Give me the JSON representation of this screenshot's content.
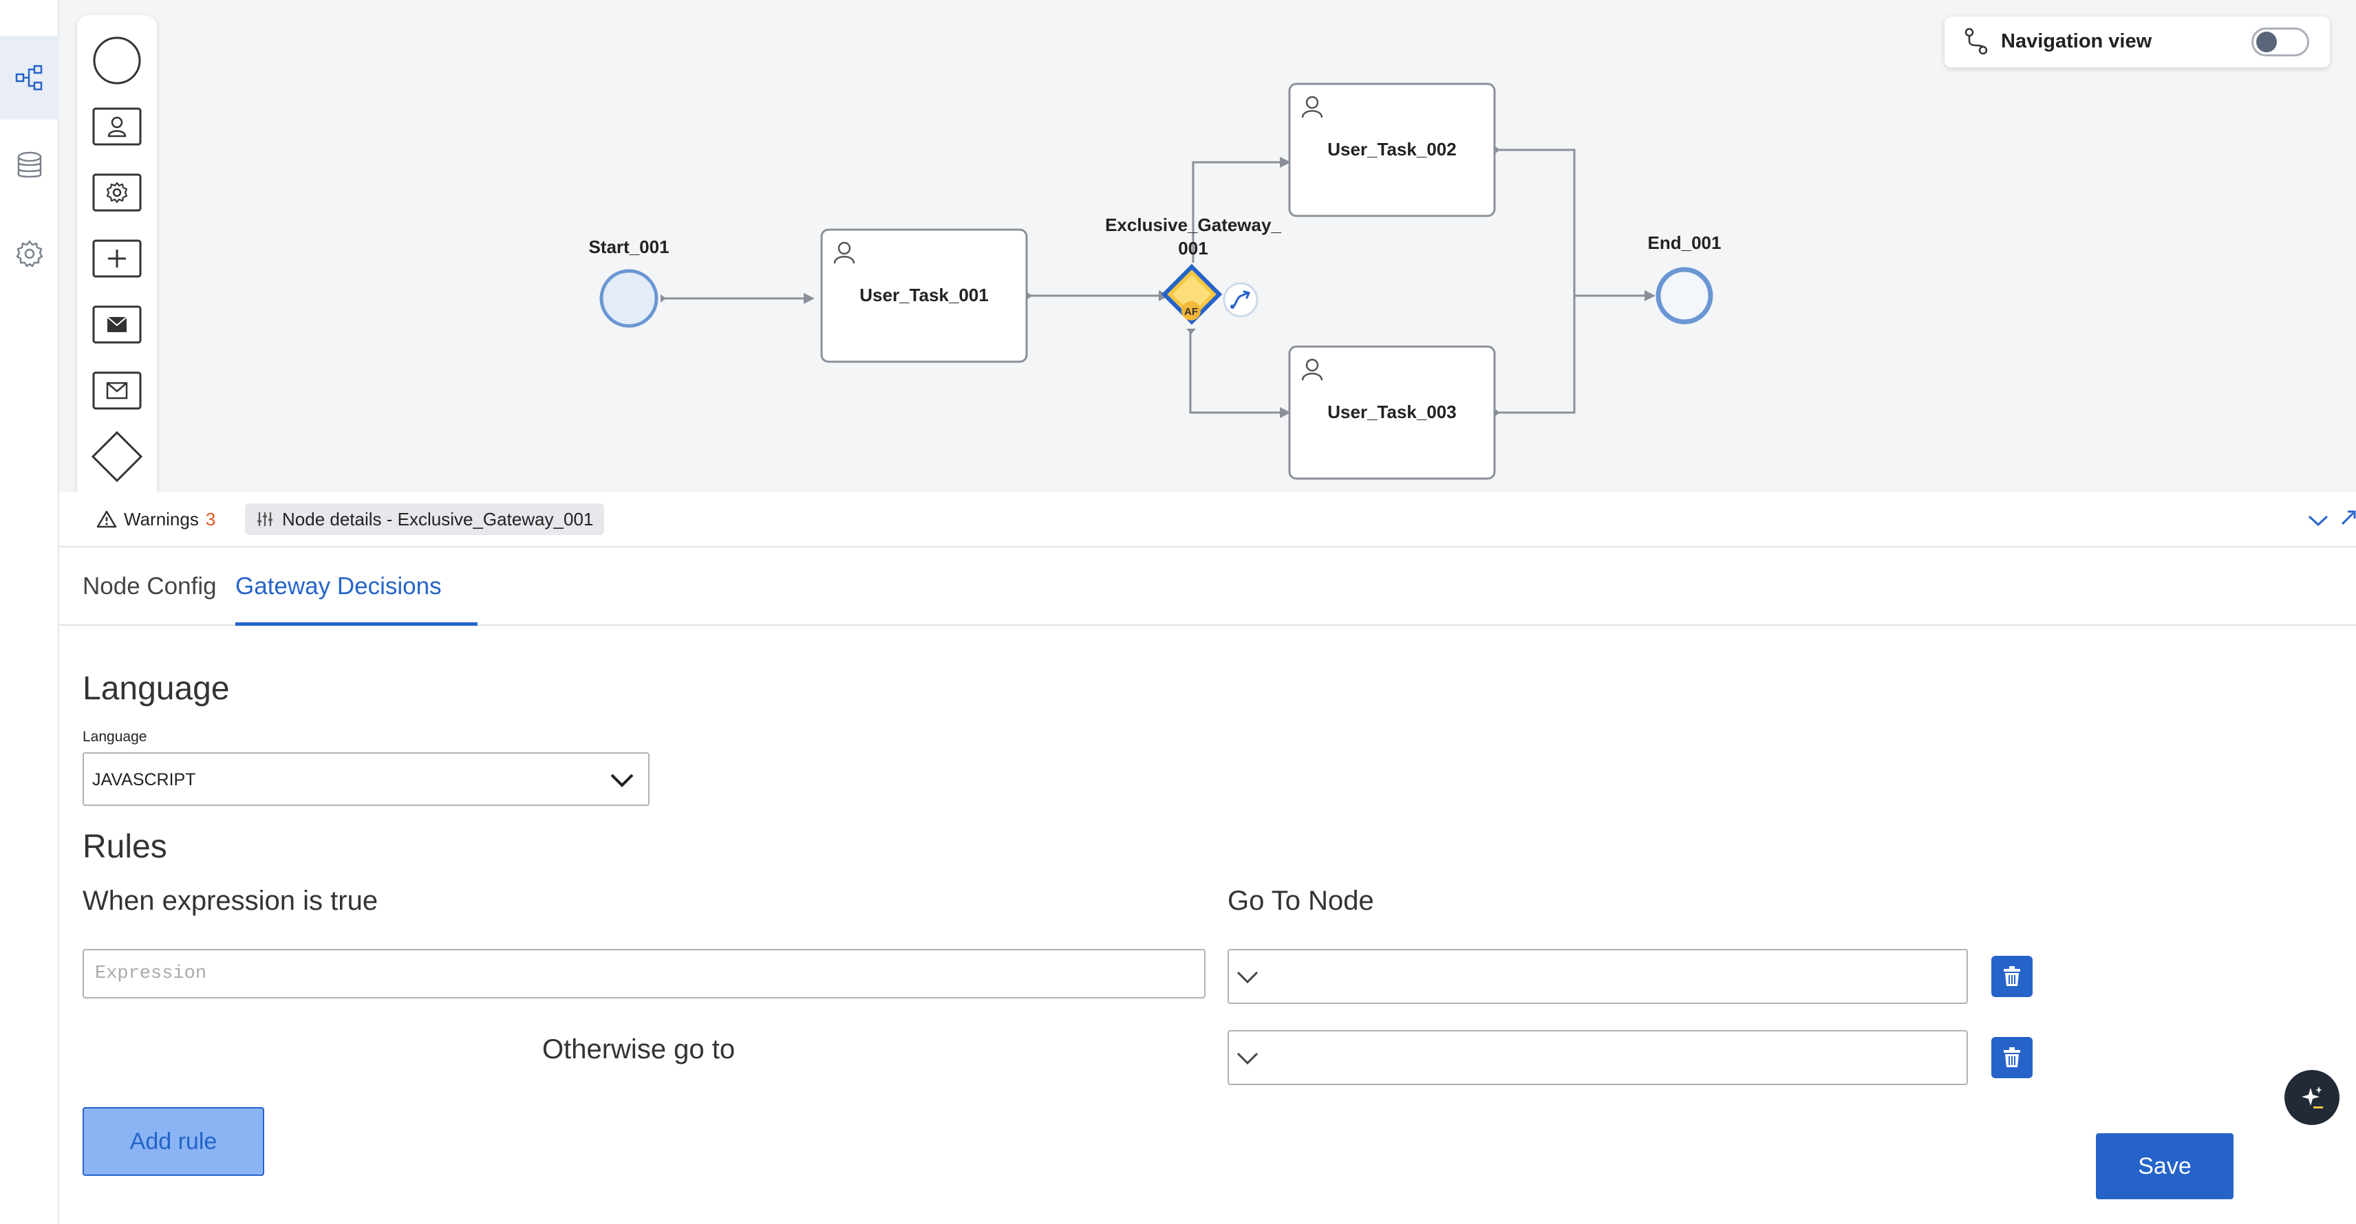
{
  "sidebar": {
    "items": [
      {
        "icon": "process-diagram-icon",
        "active": true
      },
      {
        "icon": "database-icon",
        "active": false
      },
      {
        "icon": "gear-icon",
        "active": false
      }
    ]
  },
  "palette": {
    "items": [
      "start-event-icon",
      "user-task-icon",
      "service-task-icon",
      "subprocess-icon",
      "send-message-icon",
      "receive-message-icon",
      "gateway-icon"
    ]
  },
  "navigation": {
    "label": "Navigation view",
    "enabled": false
  },
  "diagram": {
    "nodes": {
      "start": "Start_001",
      "task1": "User_Task_001",
      "gateway_line1": "Exclusive_Gateway_",
      "gateway_line2": "001",
      "gateway_badge": "AF",
      "task2": "User_Task_002",
      "task3": "User_Task_003",
      "end": "End_001"
    }
  },
  "panel_tabs": {
    "warnings_label": "Warnings",
    "warnings_count": "3",
    "node_details_label": "Node details - Exclusive_Gateway_001"
  },
  "tabs": {
    "node_config": "Node Config",
    "gateway_decisions": "Gateway Decisions",
    "active": "Gateway Decisions"
  },
  "language": {
    "heading": "Language",
    "field_label": "Language",
    "value": "JAVASCRIPT"
  },
  "rules": {
    "heading": "Rules",
    "when_label": "When expression is true",
    "goto_label": "Go To Node",
    "expression_placeholder": "Expression",
    "expression_value": "",
    "goto_value": "",
    "otherwise_label": "Otherwise go to",
    "otherwise_value": ""
  },
  "actions": {
    "add_rule": "Add rule",
    "save": "Save"
  },
  "colors": {
    "accent": "#2563c9",
    "canvas_bg": "#f4f5f6",
    "warning": "#e0561e",
    "gateway_fill": "#f6c643"
  }
}
